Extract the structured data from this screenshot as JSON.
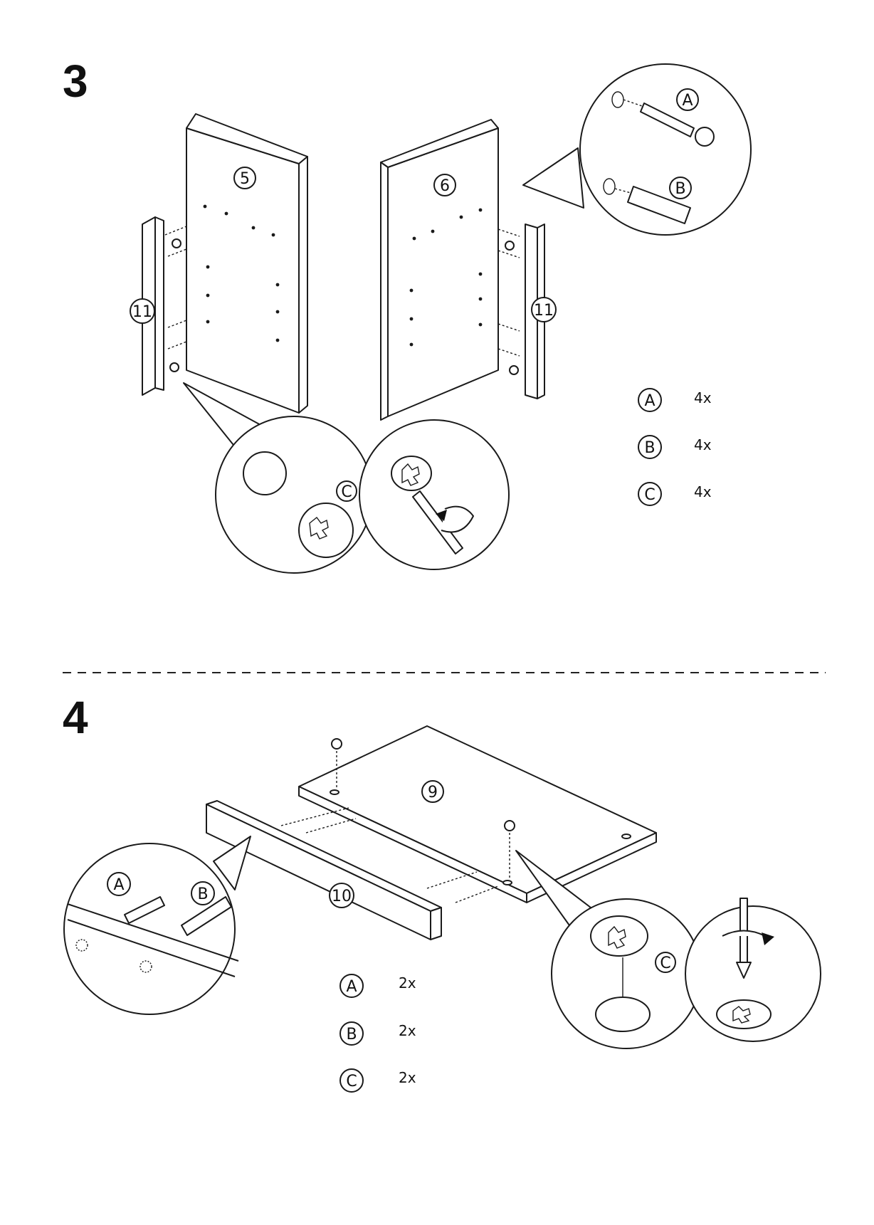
{
  "step3": {
    "number": "3",
    "panel_left": "5",
    "panel_right": "6",
    "rail_left": "11",
    "rail_right": "11",
    "zoom_top": {
      "a": "A",
      "b": "B"
    },
    "zoom_bottom": {
      "c": "C"
    },
    "legend": [
      {
        "letter": "A",
        "qty": "4x"
      },
      {
        "letter": "B",
        "qty": "4x"
      },
      {
        "letter": "C",
        "qty": "4x"
      }
    ]
  },
  "step4": {
    "number": "4",
    "board_top": "9",
    "board_front": "10",
    "zoom_left": {
      "a": "A",
      "b": "B"
    },
    "zoom_right": {
      "c": "C"
    },
    "legend": [
      {
        "letter": "A",
        "qty": "2x"
      },
      {
        "letter": "B",
        "qty": "2x"
      },
      {
        "letter": "C",
        "qty": "2x"
      }
    ]
  },
  "colors": {
    "ink": "#1a1a1a",
    "paper": "#ffffff"
  }
}
